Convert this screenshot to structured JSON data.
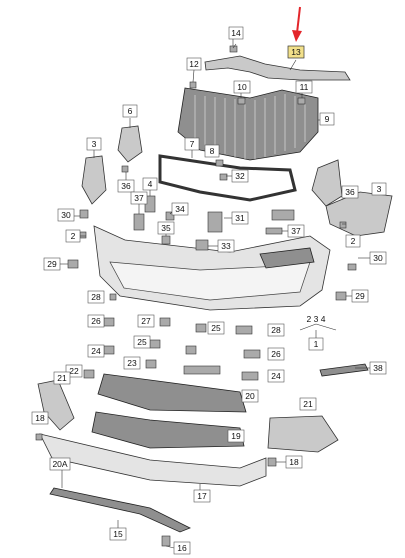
{
  "labels": {
    "l14": "14",
    "l13": "13",
    "l12": "12",
    "l10": "10",
    "l11": "11",
    "l9": "9",
    "l6": "6",
    "l3a": "3",
    "l8": "8",
    "l32": "32",
    "l36a": "36",
    "l4": "4",
    "l7": "7",
    "l3b": "3",
    "l36b": "36",
    "l30a": "30",
    "l37a": "37",
    "l34": "34",
    "l31": "31",
    "l35": "35",
    "l37b": "37",
    "l2a": "2",
    "l33": "33",
    "l2b": "2",
    "l30b": "30",
    "l29a": "29",
    "l29b": "29",
    "l28": "28",
    "l26": "26",
    "l27": "27",
    "l25a": "25",
    "l28b": "28",
    "l234": "2 3 4",
    "l1": "1",
    "l24a": "24",
    "l25b": "25",
    "l23": "23",
    "l26b": "26",
    "l22": "22",
    "l21a": "21",
    "l24b": "24",
    "l38": "38",
    "l20": "20",
    "l18a": "18",
    "l21b": "21",
    "l19": "19",
    "l18b": "18",
    "l20A": "20A",
    "l17": "17",
    "l15": "15",
    "l16": "16"
  },
  "colors": {
    "highlight": "#f2e08a",
    "arrow": "#e3262b"
  }
}
